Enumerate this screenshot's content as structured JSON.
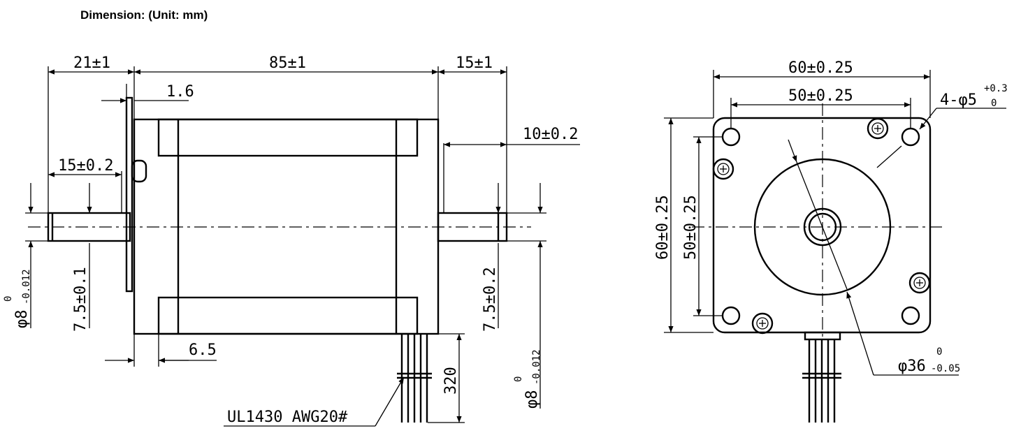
{
  "title": "Dimension: (Unit: mm)",
  "side_view": {
    "shaft_length_front": "21±1",
    "body_length": "85±1",
    "shaft_length_rear": "15±1",
    "flange_thickness": "1.6",
    "flat_length": "15±0.2",
    "rear_flat_length": "10±0.2",
    "flat_depth_front": "7.5±0.1",
    "flat_depth_rear": "7.5±0.2",
    "shaft_dia_front": {
      "main": "φ8",
      "upper": "0",
      "lower": "-0.012"
    },
    "shaft_dia_rear": {
      "main": "φ8",
      "upper": "0",
      "lower": "-0.012"
    },
    "boss_offset": "6.5",
    "lead_length": "320",
    "lead_wire": "UL1430 AWG20#"
  },
  "front_view": {
    "overall_width": "60±0.25",
    "hole_spacing_h": "50±0.25",
    "overall_height": "60±0.25",
    "hole_spacing_v": "50±0.25",
    "holes": {
      "main": "4-φ5",
      "upper": "+0.3",
      "lower": "0"
    },
    "pilot_dia": {
      "main": "φ36",
      "upper": "0",
      "lower": "-0.05"
    }
  }
}
